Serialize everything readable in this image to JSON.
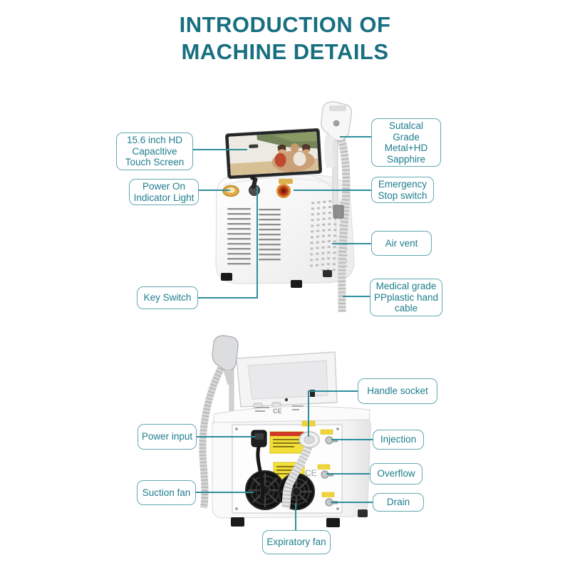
{
  "title": {
    "line1": "INTRODUCTION OF",
    "line2": "MACHINE DETAILS"
  },
  "colors": {
    "title_color": "#176f80",
    "label_text": "#1e7d8e",
    "label_border": "#64a9b3",
    "connector": "#2f8d9c",
    "sticker_yellow": "#f2df3a",
    "emergency_red": "#bf3a1c",
    "indicator_gold": "#e0aa45"
  },
  "front_view": {
    "labels": {
      "touch_screen": "15.6 inch HD Capacltive Touch Screen",
      "power_on": "Power On Indicator Light",
      "key_switch": "Key Switch",
      "sapphire": "Sutalcal Grade Metal+HD Sapphire",
      "emergency": "Emergency Stop switch",
      "air_vent": "Air vent",
      "hand_cable": "Medical grade PPplastic hand cable"
    }
  },
  "rear_view": {
    "labels": {
      "handle_socket": "Handle socket",
      "power_input": "Power input",
      "injection": "Injection",
      "overflow": "Overflow",
      "drain": "Drain",
      "suction_fan": "Suction fan",
      "expiratory_fan": "Expiratory fan"
    }
  },
  "machine": {
    "ce_mark": "CE"
  }
}
